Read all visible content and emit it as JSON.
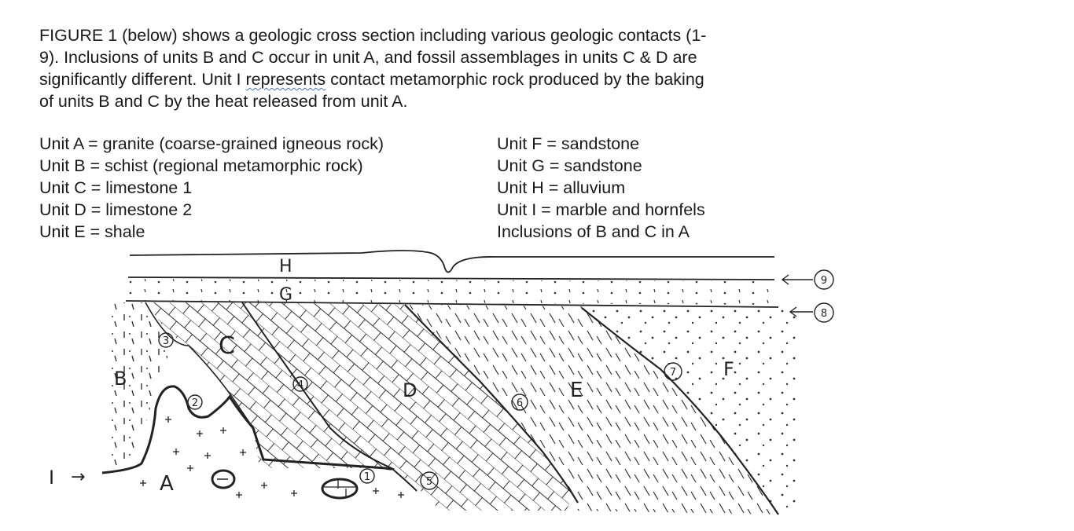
{
  "intro": {
    "line1": "FIGURE 1 (below) shows a geologic cross section including various geologic contacts (1-",
    "line2": "9).  Inclusions of units B and C occur in unit A, and fossil assemblages in units C & D are",
    "line3_a": "significantly different.  Unit I ",
    "line3_b": "represents",
    "line3_c": " contact metamorphic rock produced by the baking",
    "line4": "of units B and C by the heat released from unit A."
  },
  "legend_left": [
    "Unit A = granite (coarse-grained igneous rock)",
    "Unit B = schist (regional metamorphic rock)",
    "Unit C = limestone 1",
    "Unit D = limestone 2",
    "Unit E = shale"
  ],
  "legend_right": [
    "Unit F = sandstone",
    "Unit G = sandstone",
    "Unit H = alluvium",
    "Unit I = marble and hornfels",
    "Inclusions of B and C in A"
  ],
  "figure": {
    "unit_labels": {
      "A": "A",
      "B": "B",
      "C": "C",
      "D": "D",
      "E": "E",
      "F": "F",
      "G": "G",
      "H": "H",
      "I": "I"
    },
    "arrow_glyph": "→",
    "contacts": [
      "1",
      "2",
      "3",
      "4",
      "5",
      "6",
      "7",
      "8",
      "9"
    ],
    "colors": {
      "ink": "#222222",
      "underline": "#4a6fc4"
    }
  }
}
